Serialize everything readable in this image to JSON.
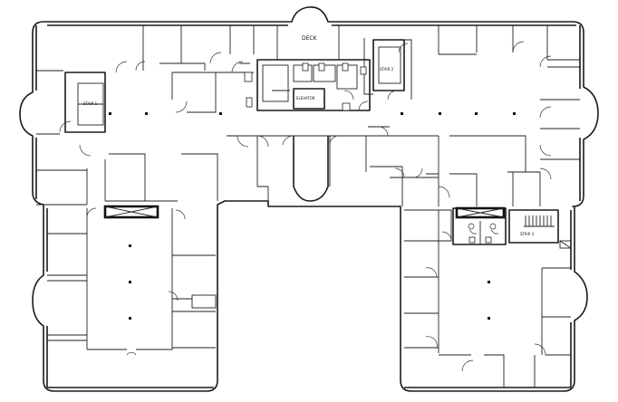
{
  "labels": {
    "deck": "DECK",
    "stair_1": "STAIR 1",
    "stair_2": "STAIR 2",
    "stair_3": "STAIR 3",
    "elevator": "ELEVATOR"
  },
  "icons": {
    "restroom_accessible": "accessible-restroom-icon",
    "dots": "column-marker-icon"
  },
  "colors": {
    "line": "#1a1a1a",
    "background": "#ffffff"
  }
}
